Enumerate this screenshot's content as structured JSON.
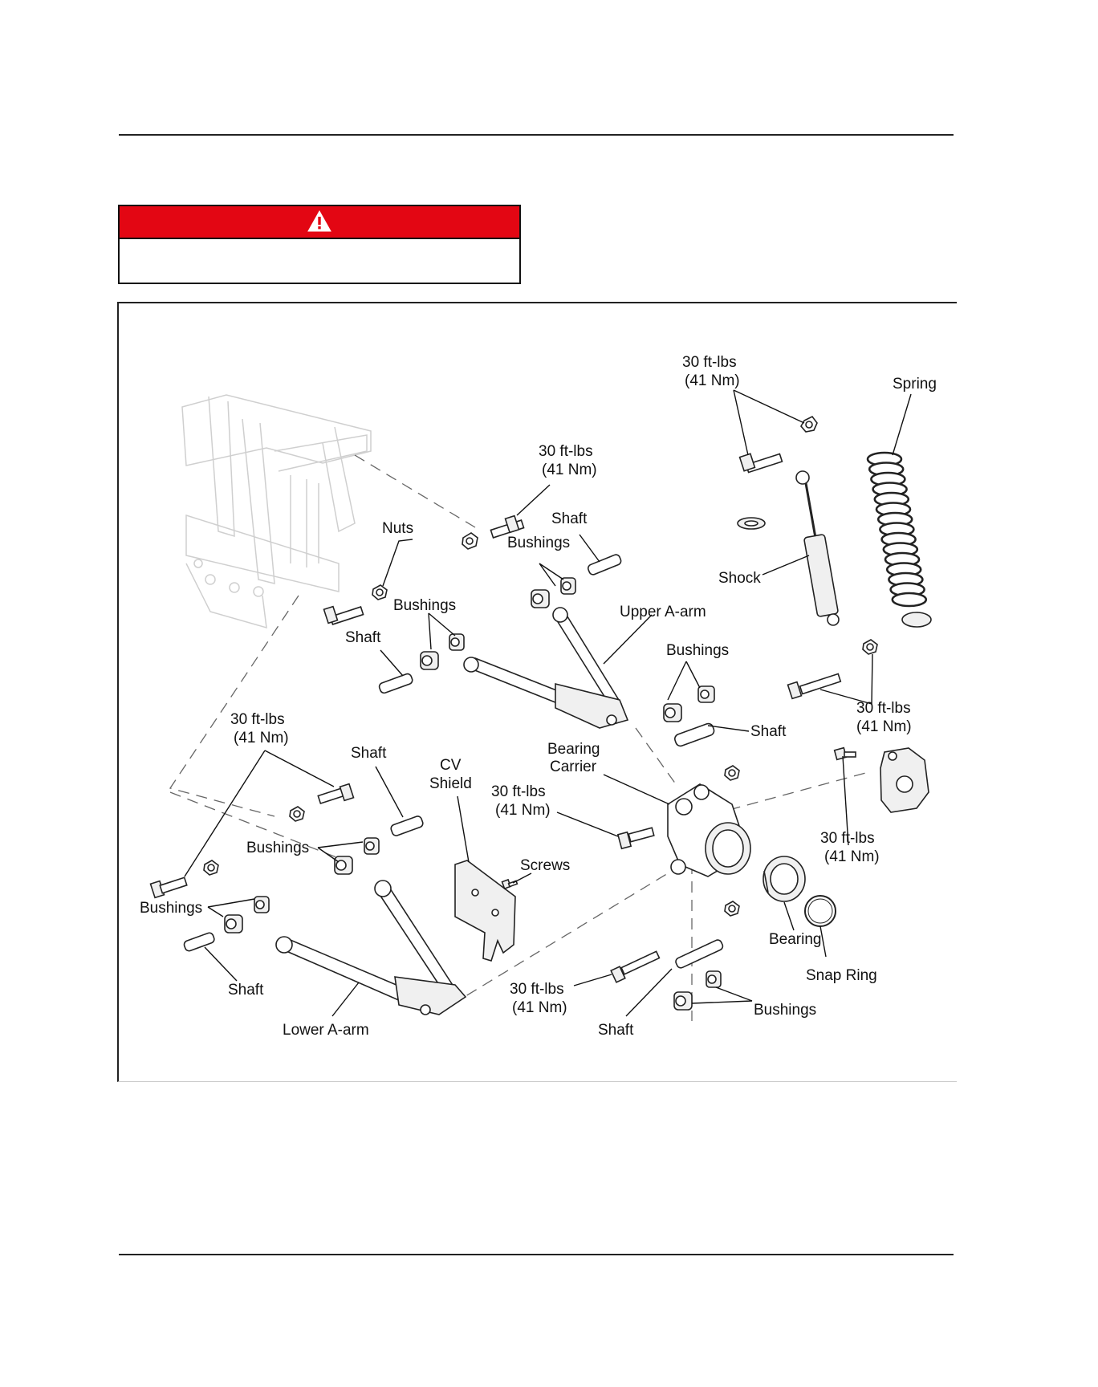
{
  "warning": {
    "icon": "warning-triangle-icon",
    "header_color": "#e30613"
  },
  "labels": {
    "torque_top_1": "30 ft-lbs",
    "torque_top_2": "(41 Nm)",
    "spring": "Spring",
    "torque_upper_1": "30 ft-lbs",
    "torque_upper_2": "(41 Nm)",
    "shaft_upper": "Shaft",
    "nuts": "Nuts",
    "bushings_upper": "Bushings",
    "shock": "Shock",
    "bushings_left": "Bushings",
    "upper_a_arm": "Upper A-arm",
    "shaft_left": "Shaft",
    "bushings_right": "Bushings",
    "torque_right_1": "30 ft-lbs",
    "torque_right_2": "(41 Nm)",
    "shaft_right": "Shaft",
    "torque_lowerleft_1": "30 ft-lbs",
    "torque_lowerleft_2": "(41 Nm)",
    "shaft_lowerleft": "Shaft",
    "bearing_carrier_1": "Bearing",
    "bearing_carrier_2": "Carrier",
    "cv_shield_1": "CV",
    "cv_shield_2": "Shield",
    "torque_center_1": "30 ft-lbs",
    "torque_center_2": "(41 Nm)",
    "bushings_lowermid": "Bushings",
    "screws": "Screws",
    "torque_caliper_1": "30 ft-lbs",
    "torque_caliper_2": "(41 Nm)",
    "bushings_lowerleft": "Bushings",
    "bearing": "Bearing",
    "shaft_bottomleft": "Shaft",
    "snap_ring": "Snap Ring",
    "torque_bottom_1": "30 ft-lbs",
    "torque_bottom_2": "(41 Nm)",
    "bushings_bottom": "Bushings",
    "lower_a_arm": "Lower A-arm",
    "shaft_bottom": "Shaft"
  }
}
